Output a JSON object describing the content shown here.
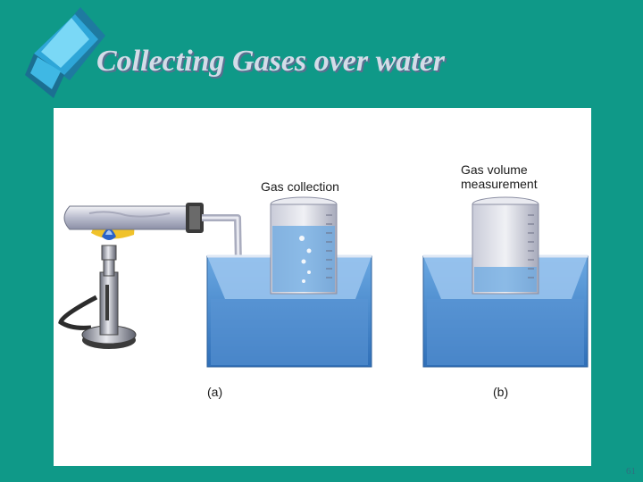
{
  "slide": {
    "title": "Collecting Gases over water",
    "page_number": "61"
  },
  "figure": {
    "label_gas_collection": "Gas collection",
    "label_gas_volume_line1": "Gas volume",
    "label_gas_volume_line2": "measurement",
    "caption_a": "(a)",
    "caption_b": "(b)"
  },
  "colors": {
    "background": "#0f9988",
    "title_text": "#d3dce8",
    "water": "#4a8fd0",
    "diamond_logo": "#55c8f0"
  }
}
